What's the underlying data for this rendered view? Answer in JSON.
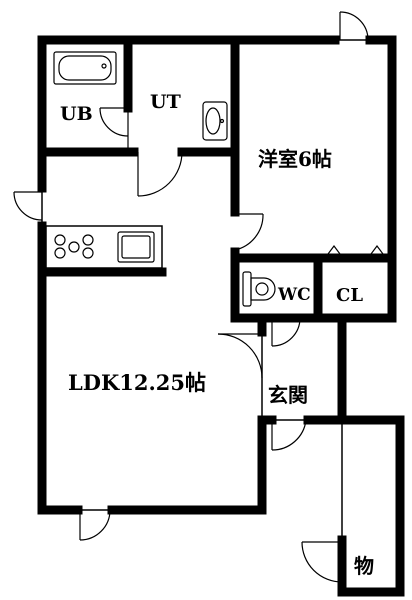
{
  "floor_plan": {
    "rooms": {
      "unit_bath": "UB",
      "utility": "UT",
      "western_room": "洋室6帖",
      "toilet": "WC",
      "closet": "CL",
      "ldk": "LDK12.25帖",
      "entrance": "玄関",
      "storage": "物"
    },
    "colors": {
      "wall": "#000000",
      "background": "#ffffff",
      "fixture_stroke": "#000000"
    }
  }
}
